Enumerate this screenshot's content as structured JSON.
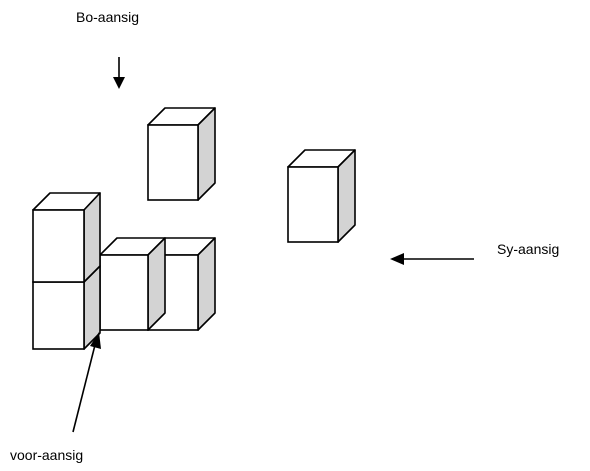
{
  "labels": {
    "top_view": "Bo-aansig",
    "side_view": "Sy-aansig",
    "front_view": "voor-aansig"
  },
  "colors": {
    "front_face": "#ffffff",
    "top_face": "#ffffff",
    "side_face": "#d3d3d3",
    "outline": "#000000"
  }
}
